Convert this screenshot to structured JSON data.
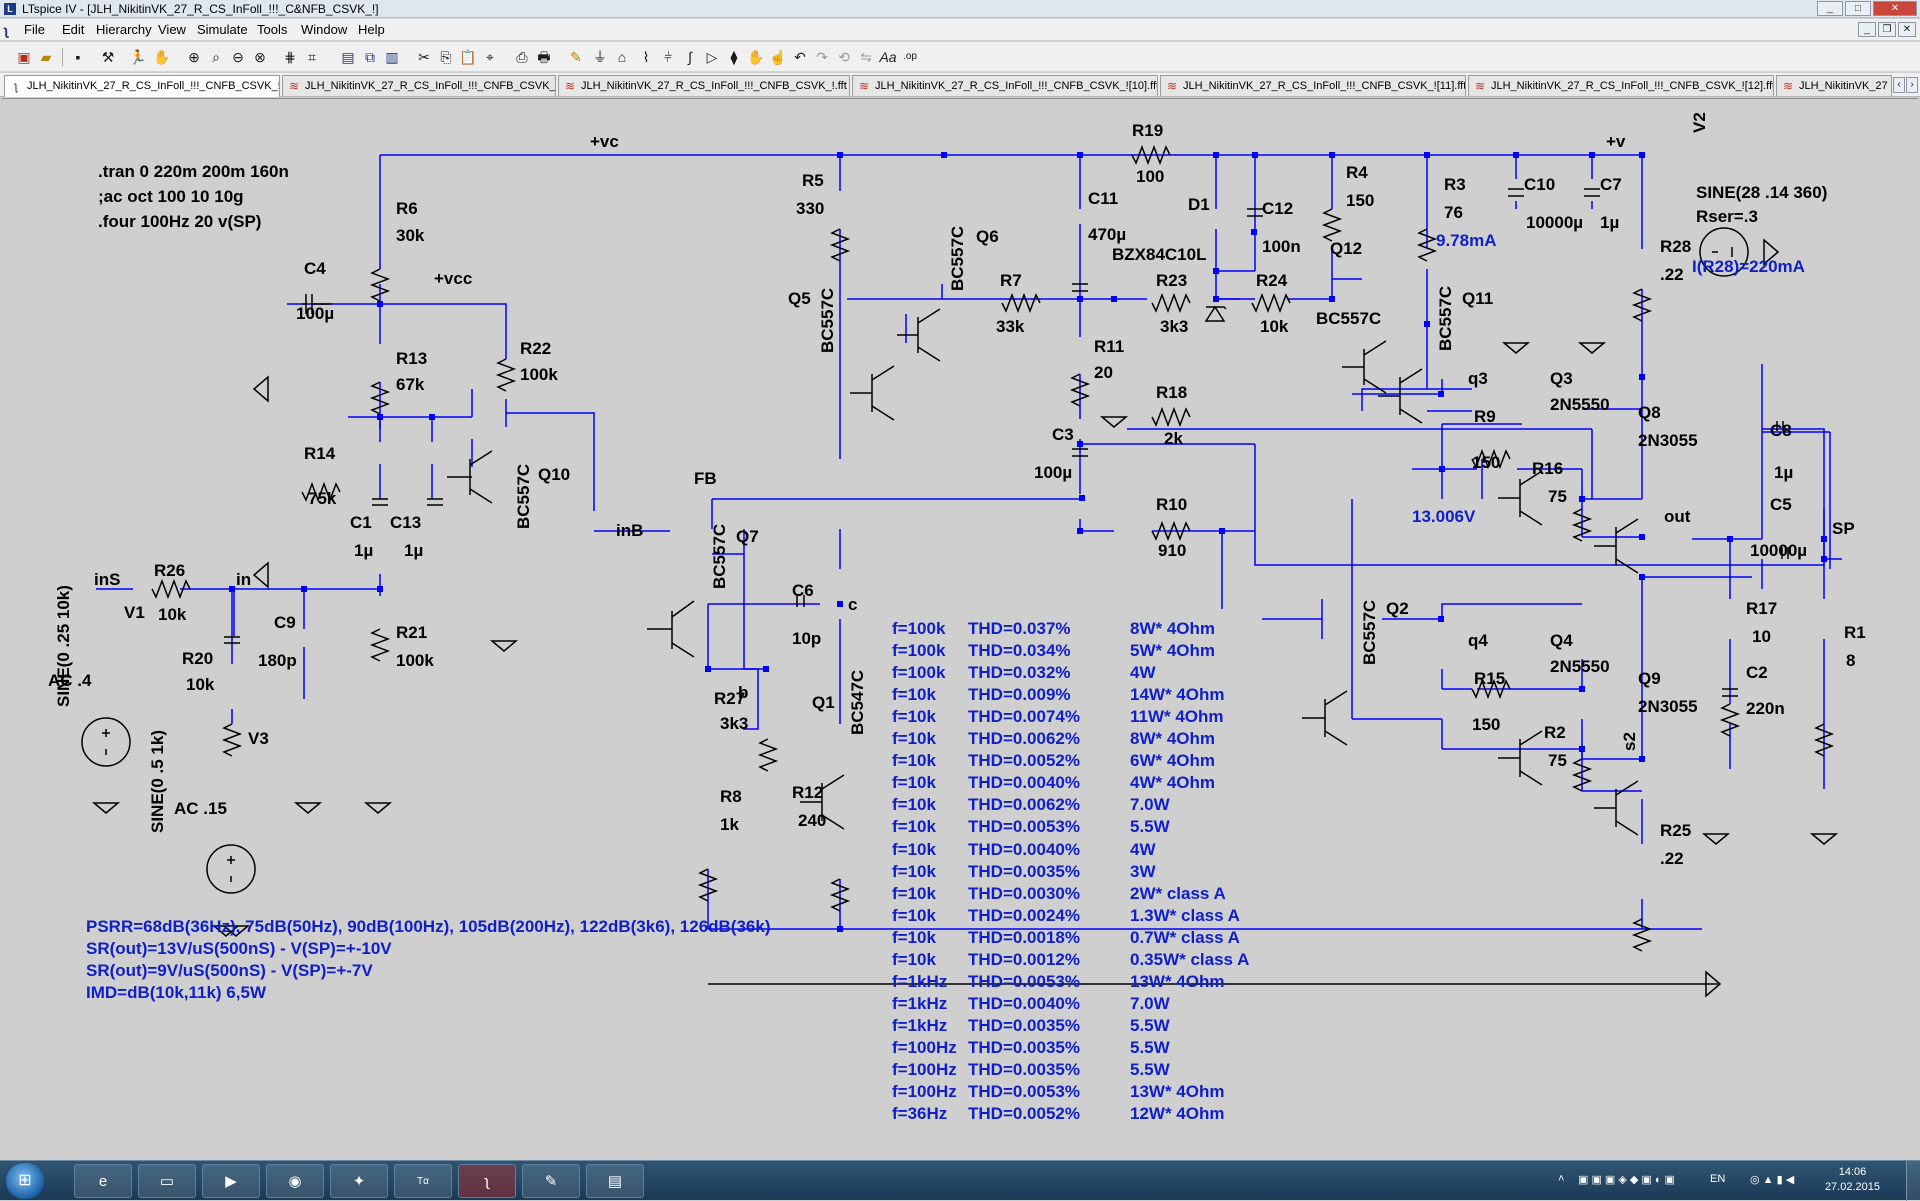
{
  "window": {
    "title": "LTspice IV - [JLH_NikitinVK_27_R_CS_InFoll_!!!_C&NFB_CSVK_!]"
  },
  "menu": [
    "File",
    "Edit",
    "Hierarchy",
    "View",
    "Simulate",
    "Tools",
    "Window",
    "Help"
  ],
  "tabs": [
    "JLH_NikitinVK_27_R_CS_InFoll_!!!_CNFB_CSVK_!",
    "JLH_NikitinVK_27_R_CS_InFoll_!!!_CNFB_CSVK_!",
    "JLH_NikitinVK_27_R_CS_InFoll_!!!_CNFB_CSVK_!.fft",
    "JLH_NikitinVK_27_R_CS_InFoll_!!!_CNFB_CSVK_![10].fft",
    "JLH_NikitinVK_27_R_CS_InFoll_!!!_CNFB_CSVK_![11].fft",
    "JLH_NikitinVK_27_R_CS_InFoll_!!!_CNFB_CSVK_![12].fft",
    "JLH_NikitinVK_27"
  ],
  "directives": [
    ".tran 0 220m 200m 160n",
    ";ac oct 100 10 10g",
    ".four 100Hz 20 v(SP)"
  ],
  "nets": {
    "vc": "+vc",
    "vcc": "+vcc",
    "v": "+v",
    "inS": "inS",
    "in": "in",
    "inB": "inB",
    "FB": "FB",
    "c": "c",
    "b": "b",
    "q3": "q3",
    "q4": "q4",
    "out": "out",
    "SP": "SP",
    "s2": "s2"
  },
  "components": {
    "R6": [
      "R6",
      "30k"
    ],
    "R13": [
      "R13",
      "67k"
    ],
    "R14": [
      "R14",
      "75k"
    ],
    "R22": [
      "R22",
      "100k"
    ],
    "R26": [
      "R26",
      "10k"
    ],
    "R20": [
      "R20",
      "10k"
    ],
    "R21": [
      "R21",
      "100k"
    ],
    "C4": [
      "C4",
      "100µ"
    ],
    "C1": [
      "C1",
      "1µ"
    ],
    "C13": [
      "C13",
      "1µ"
    ],
    "C9": [
      "C9",
      "180p"
    ],
    "R5": [
      "R5",
      "330"
    ],
    "R7": [
      "R7",
      "33k"
    ],
    "R8": [
      "R8",
      "1k"
    ],
    "R12": [
      "R12",
      "240"
    ],
    "R27": [
      "R27",
      "3k3"
    ],
    "C6": [
      "C6",
      "10p"
    ],
    "R19": [
      "R19",
      "100"
    ],
    "C11": [
      "C11",
      "470µ"
    ],
    "R11": [
      "R11",
      "20"
    ],
    "C3": [
      "C3",
      "100µ"
    ],
    "R18": [
      "R18",
      "2k"
    ],
    "R10": [
      "R10",
      "910"
    ],
    "D1": [
      "D1",
      "BZX84C10L"
    ],
    "C12": [
      "C12",
      "100n"
    ],
    "R23": [
      "R23",
      "3k3"
    ],
    "R24": [
      "R24",
      "10k"
    ],
    "R4": [
      "R4",
      "150"
    ],
    "R3": [
      "R3",
      "76"
    ],
    "C10": [
      "C10",
      "10000µ"
    ],
    "C7": [
      "C7",
      "1µ"
    ],
    "R28": [
      "R28",
      ".22"
    ],
    "R9": [
      "R9",
      "150"
    ],
    "R16": [
      "R16",
      "75"
    ],
    "R15": [
      "R15",
      "150"
    ],
    "R2": [
      "R2",
      "75"
    ],
    "R25": [
      "R25",
      ".22"
    ],
    "C8": [
      "C8",
      "1µ"
    ],
    "C5": [
      "C5",
      "10000µ"
    ],
    "R17": [
      "R17",
      "10"
    ],
    "C2": [
      "C2",
      "220n"
    ],
    "R1": [
      "R1",
      "8"
    ]
  },
  "transistors": {
    "Q10": [
      "Q10",
      "BC557C"
    ],
    "Q7": [
      "Q7",
      "BC557C"
    ],
    "Q5": [
      "Q5",
      "BC557C"
    ],
    "Q6": [
      "Q6",
      "BC557C"
    ],
    "Q1": [
      "Q1",
      "BC547C"
    ],
    "Q12": [
      "Q12",
      "BC557C"
    ],
    "Q11": [
      "Q11",
      "BC557C"
    ],
    "Q2": [
      "Q2",
      "BC557C"
    ],
    "Q3": [
      "Q3",
      "2N5550"
    ],
    "Q4": [
      "Q4",
      "2N5550"
    ],
    "Q8": [
      "Q8",
      "2N3055"
    ],
    "Q9": [
      "Q9",
      "2N3055"
    ]
  },
  "sources": {
    "V1": [
      "V1",
      "SINE(0 .25 10k)",
      "AC .4"
    ],
    "V3": [
      "V3",
      "SINE(0 .5 1k)",
      "AC .15"
    ],
    "V2": [
      "V2",
      "SINE(28 .14 360)",
      "Rser=.3"
    ]
  },
  "annotations": {
    "i_q12": "9.78mA",
    "i_r28": "I(R28)=220mA",
    "v_out": "13.006V"
  },
  "thd_table": [
    [
      "f=100k",
      "THD=0.037%",
      "8W* 4Ohm"
    ],
    [
      "f=100k",
      "THD=0.034%",
      "5W* 4Ohm"
    ],
    [
      "f=100k",
      "THD=0.032%",
      "4W"
    ],
    [
      "f=10k",
      "THD=0.009%",
      "14W* 4Ohm"
    ],
    [
      "f=10k",
      "THD=0.0074%",
      "11W* 4Ohm"
    ],
    [
      "f=10k",
      "THD=0.0062%",
      "8W* 4Ohm"
    ],
    [
      "f=10k",
      "THD=0.0052%",
      "6W* 4Ohm"
    ],
    [
      "f=10k",
      "THD=0.0040%",
      "4W* 4Ohm"
    ],
    [
      "f=10k",
      "THD=0.0062%",
      "7.0W"
    ],
    [
      "f=10k",
      "THD=0.0053%",
      "5.5W"
    ],
    [
      "f=10k",
      "THD=0.0040%",
      "4W"
    ],
    [
      "f=10k",
      "THD=0.0035%",
      "3W"
    ],
    [
      "f=10k",
      "THD=0.0030%",
      "2W* class A"
    ],
    [
      "f=10k",
      "THD=0.0024%",
      "1.3W* class A"
    ],
    [
      "f=10k",
      "THD=0.0018%",
      "0.7W* class A"
    ],
    [
      "f=10k",
      "THD=0.0012%",
      "0.35W* class A"
    ],
    [
      "f=1kHz",
      "THD=0.0053%",
      "13W* 4Ohm"
    ],
    [
      "f=1kHz",
      "THD=0.0040%",
      "7.0W"
    ],
    [
      "f=1kHz",
      "THD=0.0035%",
      "5.5W"
    ],
    [
      "f=100Hz",
      "THD=0.0035%",
      "5.5W"
    ],
    [
      "f=100Hz",
      "THD=0.0035%",
      "5.5W"
    ],
    [
      "f=100Hz",
      "THD=0.0053%",
      "13W* 4Ohm"
    ],
    [
      "f=36Hz",
      "THD=0.0052%",
      "12W* 4Ohm"
    ]
  ],
  "notes": [
    "PSRR=68dB(36Hz), 75dB(50Hz), 90dB(100Hz), 105dB(200Hz), 122dB(3k6), 126dB(36k)",
    "SR(out)=13V/uS(500nS) - V(SP)=+-10V",
    "SR(out)=9V/uS(500nS) - V(SP)=+-7V",
    "IMD=dB(10k,11k)   6,5W"
  ],
  "taskbar": {
    "lang": "EN",
    "time": "14:06",
    "date": "27.02.2015"
  },
  "colors": {
    "wire": "#0000ff",
    "ink": "#000000",
    "canvas": "#cfcfcf",
    "annotation": "#1020c8"
  }
}
